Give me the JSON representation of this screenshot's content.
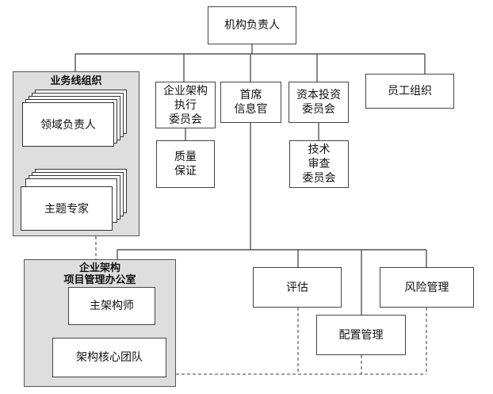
{
  "top": {
    "label": "机构负责人"
  },
  "business_line": {
    "title": "业务线组织",
    "domain_owner": "领域负责人",
    "subject_expert": "主题专家"
  },
  "ea_exec_committee": {
    "line1": "企业架构",
    "line2": "执行",
    "line3": "委员会"
  },
  "quality": {
    "line1": "质量",
    "line2": "保证"
  },
  "cio": {
    "line1": "首席",
    "line2": "信息官"
  },
  "capital_committee": {
    "line1": "资本投资",
    "line2": "委员会"
  },
  "tech_review": {
    "line1": "技术",
    "line2": "审查",
    "line3": "委员会"
  },
  "staff_org": {
    "label": "员工组织"
  },
  "pmo": {
    "title_line1": "企业架构",
    "title_line2": "项目管理办公室",
    "chief_architect": "主架构师",
    "core_team": "架构核心团队"
  },
  "assessment": {
    "label": "评估"
  },
  "risk_mgmt": {
    "label": "风险管理"
  },
  "config_mgmt": {
    "label": "配置管理"
  }
}
